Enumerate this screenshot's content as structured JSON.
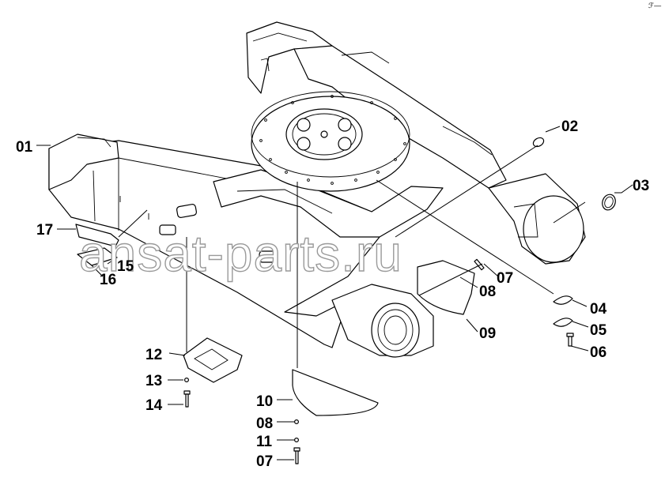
{
  "diagram": {
    "corner_mark": "ℱ—",
    "watermark": "ansat-parts.ru",
    "labels": {
      "p01": "01",
      "p02": "02",
      "p03": "03",
      "p04": "04",
      "p05": "05",
      "p06": "06",
      "p07a": "07",
      "p08a": "08",
      "p09": "09",
      "p10": "10",
      "p08b": "08",
      "p11": "11",
      "p07b": "07",
      "p12": "12",
      "p13": "13",
      "p14": "14",
      "p15": "15",
      "p16": "16",
      "p17": "17"
    }
  }
}
